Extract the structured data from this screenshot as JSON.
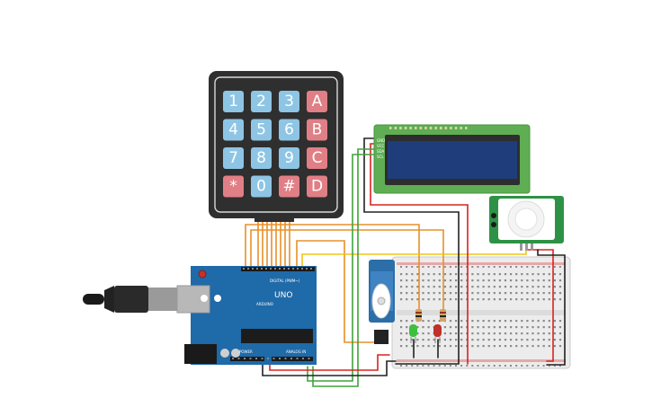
{
  "keypad": {
    "rows": [
      [
        "1",
        "2",
        "3",
        "A"
      ],
      [
        "4",
        "5",
        "6",
        "B"
      ],
      [
        "7",
        "8",
        "9",
        "C"
      ],
      [
        "*",
        "0",
        "#",
        "D"
      ]
    ]
  },
  "arduino": {
    "logo": "UNO",
    "brand": "ARDUINO",
    "digital_label": "DIGITAL (PWM~)",
    "power_label": "POWER",
    "analog_label": "ANALOG IN"
  },
  "colors": {
    "wire_orange": "#e8902a",
    "wire_yellow": "#f2c418",
    "wire_red": "#d9231f",
    "wire_black": "#222222",
    "wire_green": "#3ea33a",
    "board_blue": "#1f6aa8",
    "lcd_green": "#5fae54",
    "keypad_blue_key": "#8ec5e4",
    "keypad_red_key": "#e07f85"
  }
}
